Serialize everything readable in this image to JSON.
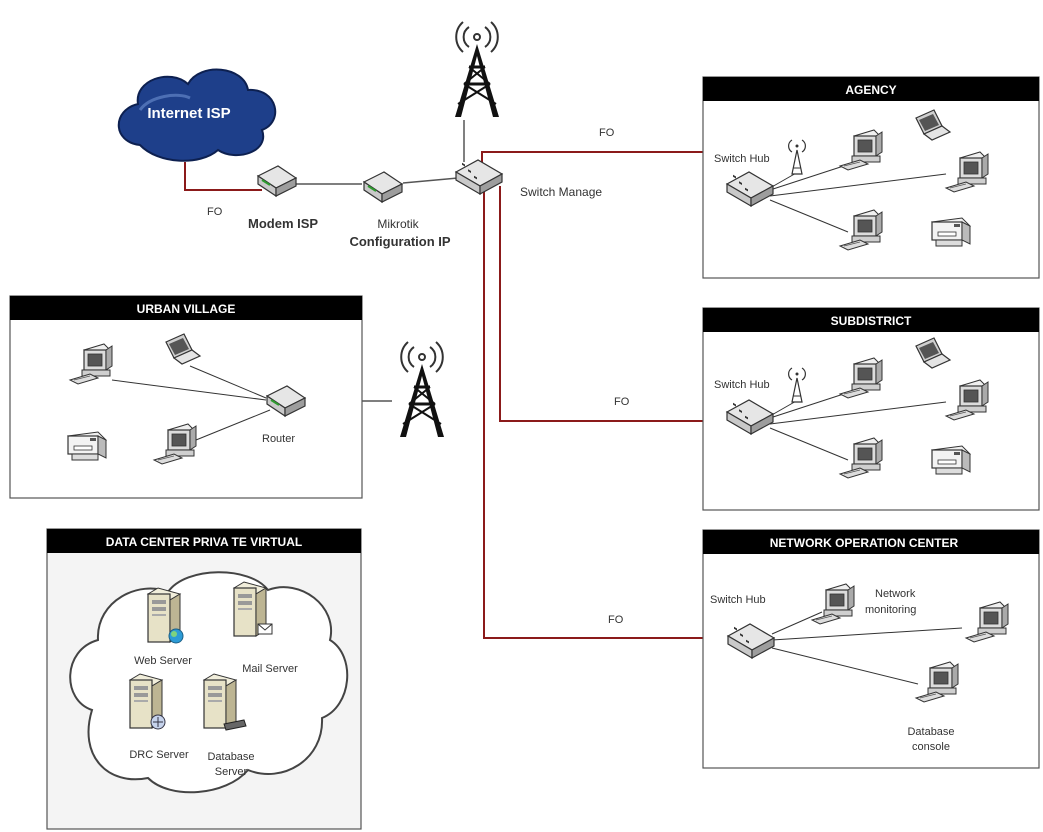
{
  "internet": {
    "label": "Internet ISP"
  },
  "links": {
    "fo_isp": "FO",
    "fo_agency": "FO",
    "fo_subdistrict": "FO",
    "fo_noc": "FO"
  },
  "core": {
    "modem_label": "Modem ISP",
    "mikrotik_line1": "Mikrotik",
    "mikrotik_line2": "Configuration IP",
    "switch_label": "Switch Manage"
  },
  "agency": {
    "title": "AGENCY",
    "hub_label": "Switch Hub"
  },
  "subdistrict": {
    "title": "SUBDISTRICT",
    "hub_label": "Switch Hub"
  },
  "noc": {
    "title": "NETWORK OPERATION CENTER",
    "hub_label": "Switch Hub",
    "monitor_line1": "Network",
    "monitor_line2": "monitoring",
    "db_line1": "Database",
    "db_line2": "console"
  },
  "urban": {
    "title": "URBAN VILLAGE",
    "router_label": "Router"
  },
  "datacenter": {
    "title": "DATA CENTER PRIVA TE VIRTUAL",
    "web": "Web Server",
    "mail": "Mail Server",
    "drc": "DRC Server",
    "db_line1": "Database",
    "db_line2": "Server"
  },
  "colors": {
    "fiber": "#8b1a1a",
    "cloud": "#1e3f8a",
    "header": "#000000"
  }
}
